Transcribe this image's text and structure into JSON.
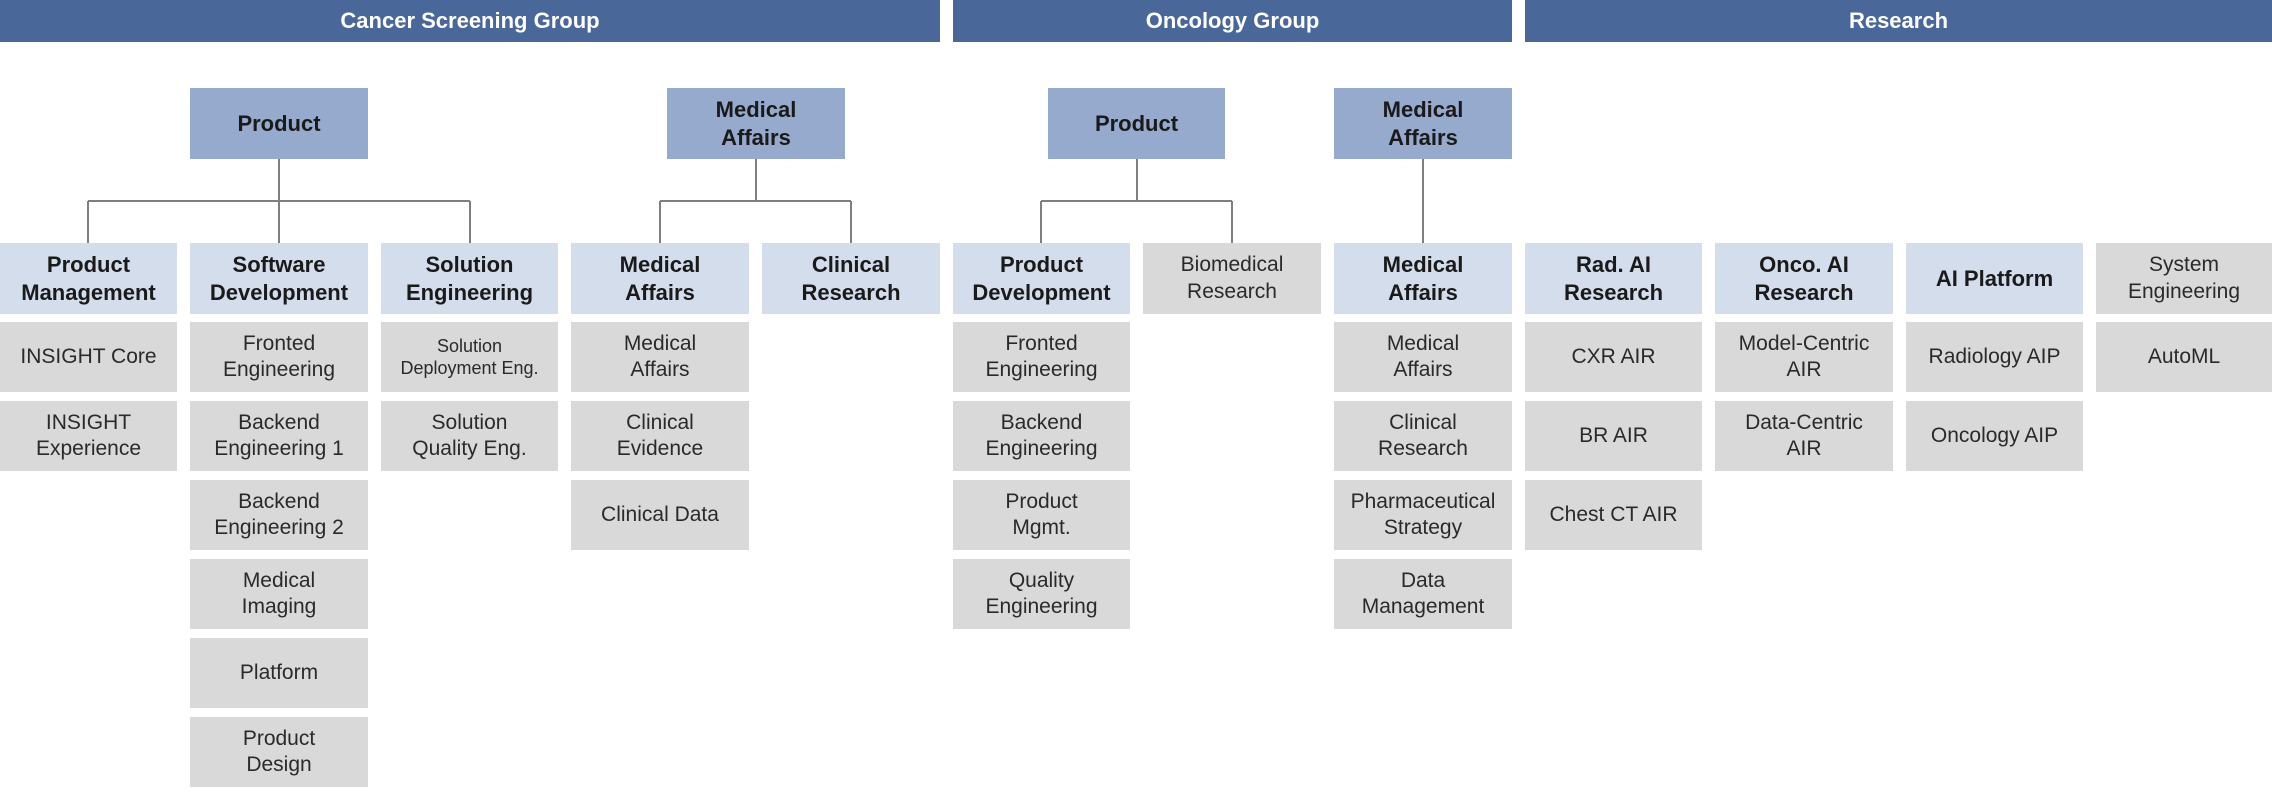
{
  "colors": {
    "header_bg": "#4a6799",
    "parent_bg": "#95aacd",
    "sub_bg": "#d3ddec",
    "leaf_bg": "#d9d9d9",
    "connector": "#7f7f7f"
  },
  "headers": {
    "cancer": "Cancer Screening Group",
    "oncology": "Oncology Group",
    "research": "Research"
  },
  "parents": {
    "cs_product": "Product",
    "cs_medical": "Medical\nAffairs",
    "og_product": "Product",
    "og_medical": "Medical\nAffairs"
  },
  "subs": {
    "product_management": "Product\nManagement",
    "software_development": "Software\nDevelopment",
    "solution_engineering": "Solution\nEngineering",
    "cs_medical_affairs": "Medical\nAffairs",
    "cs_clinical_research": "Clinical\nResearch",
    "og_product_development": "Product\nDevelopment",
    "og_biomedical_research": "Biomedical\nResearch",
    "og_medical_affairs": "Medical\nAffairs",
    "rad_ai_research": "Rad. AI\nResearch",
    "onco_ai_research": "Onco. AI\nResearch",
    "ai_platform": "AI Platform",
    "system_engineering": "System\nEngineering"
  },
  "leaves": {
    "pm": [
      "INSIGHT Core",
      "INSIGHT\nExperience"
    ],
    "sd": [
      "Fronted\nEngineering",
      "Backend\nEngineering 1",
      "Backend\nEngineering 2",
      "Medical\nImaging",
      "Platform",
      "Product\nDesign"
    ],
    "se": [
      "Solution\nDeployment Eng.",
      "Solution\nQuality Eng."
    ],
    "cs_ma": [
      "Medical\nAffairs",
      "Clinical\nEvidence",
      "Clinical Data"
    ],
    "og_pd": [
      "Fronted\nEngineering",
      "Backend\nEngineering",
      "Product\nMgmt.",
      "Quality\nEngineering"
    ],
    "og_ma": [
      "Medical\nAffairs",
      "Clinical\nResearch",
      "Pharmaceutical\nStrategy",
      "Data\nManagement"
    ],
    "rad": [
      "CXR AIR",
      "BR AIR",
      "Chest CT AIR"
    ],
    "onco": [
      "Model-Centric\nAIR",
      "Data-Centric\nAIR"
    ],
    "aip": [
      "Radiology AIP",
      "Oncology AIP"
    ],
    "sys": [
      "AutoML"
    ]
  }
}
